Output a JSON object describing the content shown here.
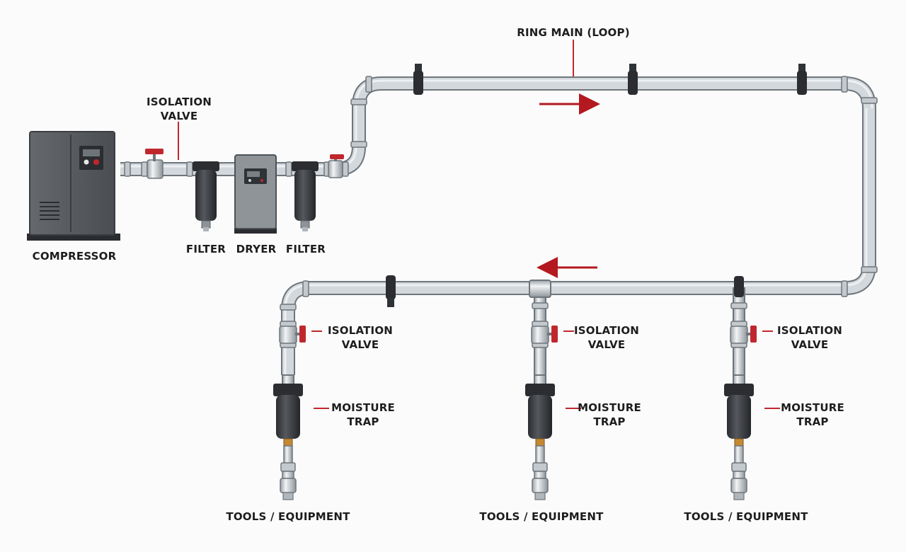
{
  "diagram": {
    "ring_main_label": "RING MAIN (LOOP)",
    "compressor_label": "COMPRESSOR",
    "supply_valve_label": [
      "ISOLATION",
      "VALVE"
    ],
    "filter_1_label": "FILTER",
    "dryer_label": "DRYER",
    "filter_2_label": "FILTER",
    "drops": [
      {
        "valve_label": [
          "ISOLATION",
          "VALVE"
        ],
        "trap_label": [
          "MOISTURE",
          "TRAP"
        ],
        "tool_label": "TOOLS / EQUIPMENT"
      },
      {
        "valve_label": [
          "ISOLATION",
          "VALVE"
        ],
        "trap_label": [
          "MOISTURE",
          "TRAP"
        ],
        "tool_label": "TOOLS / EQUIPMENT"
      },
      {
        "valve_label": [
          "ISOLATION",
          "VALVE"
        ],
        "trap_label": [
          "MOISTURE",
          "TRAP"
        ],
        "tool_label": "TOOLS / EQUIPMENT"
      }
    ]
  },
  "colors": {
    "pipe": "#cfd4d8",
    "pipe_edge": "#6e767c",
    "equipment": "#5a5d61",
    "equipment_dark": "#2f3236",
    "valve_handle": "#c0272d",
    "flow_arrow": "#b3191f",
    "brass": "#c48a32"
  }
}
